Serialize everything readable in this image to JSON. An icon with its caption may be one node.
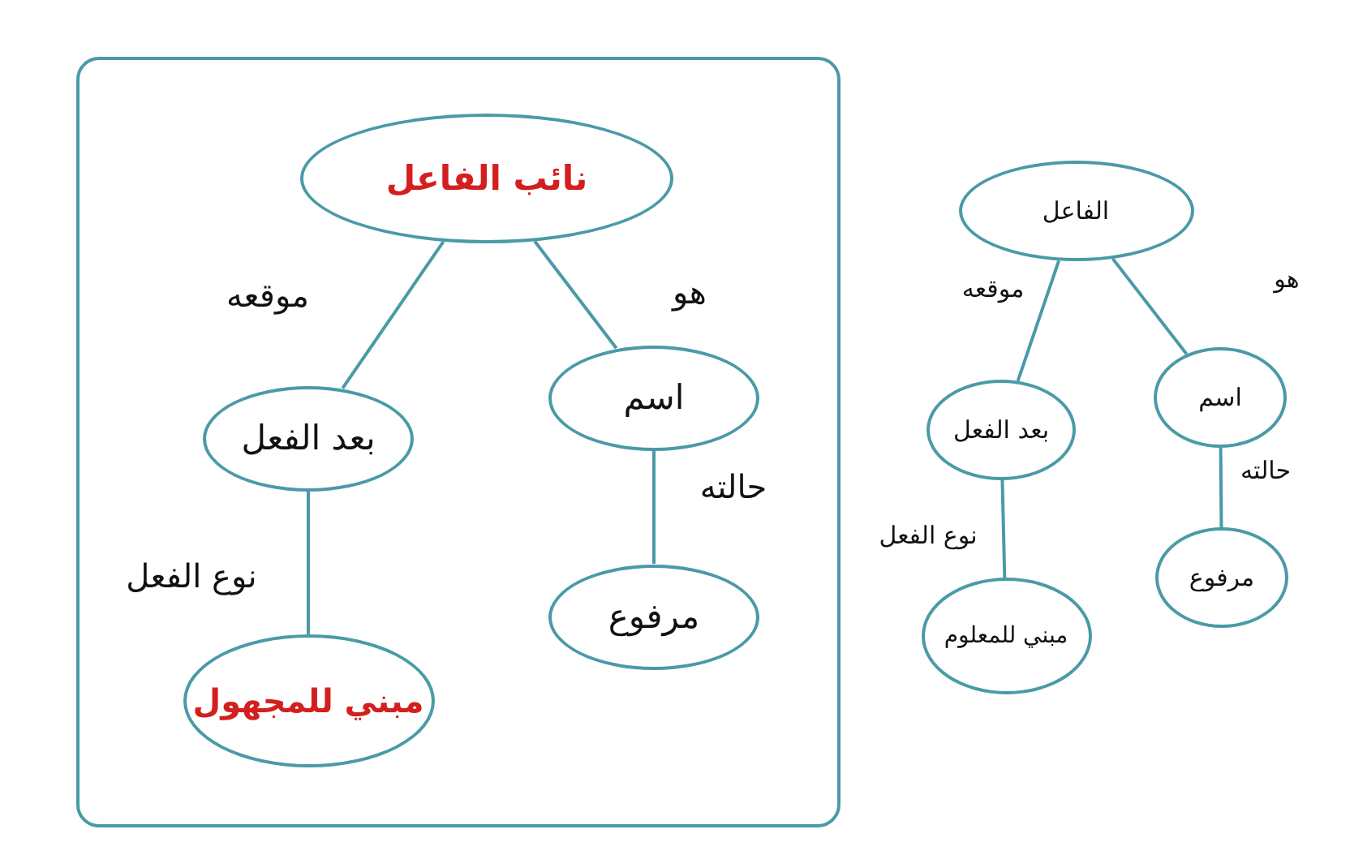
{
  "diagram": {
    "nodes": [
      {
        "text": [],
        "shape": "box"
      },
      {
        "text": [
          "نائب الفاعل"
        ],
        "in": 0
      },
      {
        "text": [
          "اسم"
        ],
        "in": 0
      },
      {
        "text": [
          "بعد الفعل"
        ],
        "in": 0
      },
      {
        "text": [
          "مرفوع"
        ],
        "in": 0
      },
      {
        "text": [
          "مبني للمجهول"
        ],
        "in": 0
      },
      {
        "text": [
          "الفاعل"
        ]
      },
      {
        "text": [
          "اسم"
        ]
      },
      {
        "text": [
          "بعد الفعل"
        ]
      },
      {
        "text": [
          "مرفوع"
        ]
      },
      {
        "text": [
          "مبني للمعلوم"
        ]
      }
    ],
    "edges": [
      {
        "from": 1,
        "to": 2,
        "arrow": "none",
        "label": "هو"
      },
      {
        "from": 1,
        "to": 3,
        "arrow": "none",
        "label": "موقعه"
      },
      {
        "from": 2,
        "to": 4,
        "arrow": "none",
        "label": "حالته"
      },
      {
        "from": 3,
        "to": 5,
        "arrow": "none",
        "label": "نوع الفعل"
      },
      {
        "from": 6,
        "to": 7,
        "arrow": "none",
        "label": "هو"
      },
      {
        "from": 6,
        "to": 8,
        "arrow": "none",
        "label": "موقعه"
      },
      {
        "from": 7,
        "to": 9,
        "arrow": "none",
        "label": "حالته"
      },
      {
        "from": 8,
        "to": 10,
        "arrow": "none",
        "label": "نوع الفعل"
      }
    ]
  }
}
